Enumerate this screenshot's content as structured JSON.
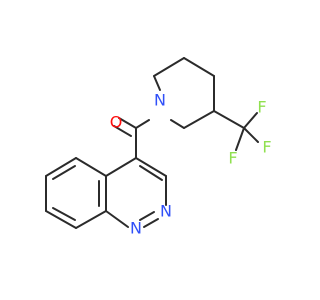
{
  "molecule": {
    "atoms": {
      "O": {
        "label": "O",
        "color": "#ff0d0d"
      },
      "N_pip": {
        "label": "N",
        "color": "#3050f8"
      },
      "F1": {
        "label": "F",
        "color": "#90e050"
      },
      "F2": {
        "label": "F",
        "color": "#90e050"
      },
      "F3": {
        "label": "F",
        "color": "#90e050"
      },
      "N2": {
        "label": "N",
        "color": "#3050f8"
      },
      "N1": {
        "label": "N",
        "color": "#3050f8"
      }
    },
    "bond_color": "#2b2b2b"
  }
}
